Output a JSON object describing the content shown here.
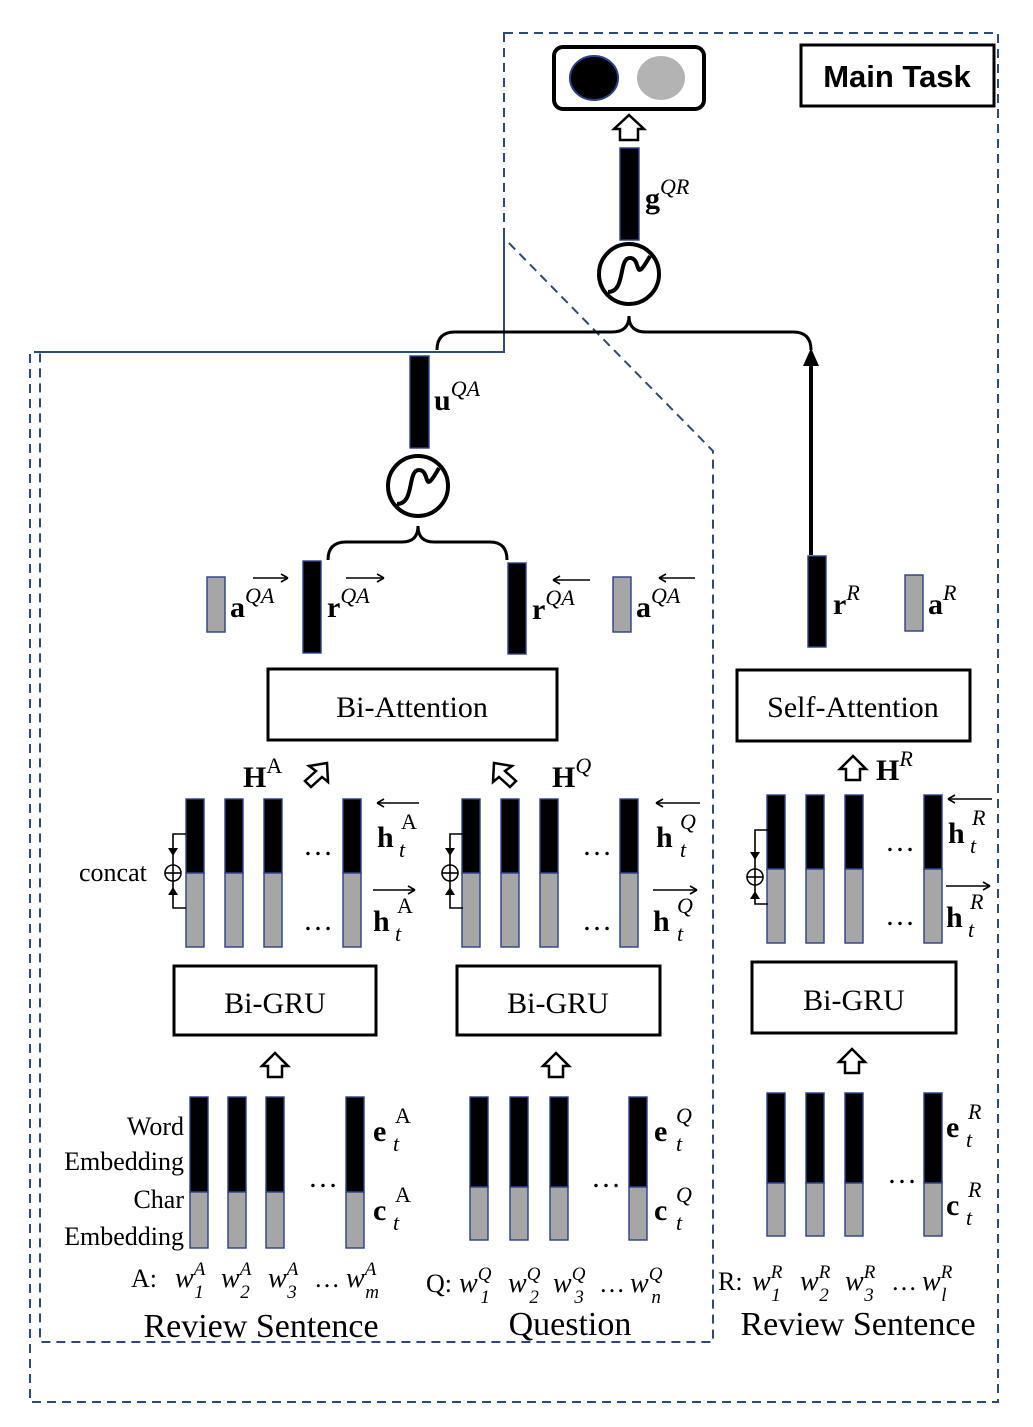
{
  "main_task": {
    "label": "Main Task",
    "output": "g",
    "output_sup": "QR"
  },
  "fusion": {
    "label": "u",
    "label_sup": "QA"
  },
  "left": {
    "attention_box": "Bi-Attention",
    "r_fwd": "r",
    "r_fwd_sup": "QA",
    "r_bwd": "r",
    "r_bwd_sup": "QA",
    "a_fwd": "a",
    "a_fwd_sup": "QA",
    "a_bwd": "a",
    "a_bwd_sup": "QA",
    "answer": {
      "hidden": "H",
      "hidden_sup": "A",
      "h_back": "h",
      "h_fwd": "h",
      "h_sub": "t",
      "h_sup": "A",
      "concat": "concat",
      "gru": "Bi-GRU",
      "e": "e",
      "c": "c",
      "ec_sub": "t",
      "ec_sup": "A",
      "word_emb_1": "Word",
      "word_emb_2": "Embedding",
      "char_emb_1": "Char",
      "char_emb_2": "Embedding",
      "dots": "…",
      "seq_prefix": "A:",
      "words": [
        {
          "w": "w",
          "sub": "1",
          "sup": "A"
        },
        {
          "w": "w",
          "sub": "2",
          "sup": "A"
        },
        {
          "w": "w",
          "sub": "3",
          "sup": "A"
        },
        {
          "w": "w",
          "sub": "m",
          "sup": "A"
        }
      ],
      "caption": "Review Sentence"
    },
    "question": {
      "hidden": "H",
      "hidden_sup": "Q",
      "h_back": "h",
      "h_fwd": "h",
      "h_sub": "t",
      "h_sup": "Q",
      "gru": "Bi-GRU",
      "e": "e",
      "c": "c",
      "ec_sub": "t",
      "ec_sup": "Q",
      "dots": "…",
      "seq_prefix": "Q:",
      "words": [
        {
          "w": "w",
          "sub": "1",
          "sup": "Q"
        },
        {
          "w": "w",
          "sub": "2",
          "sup": "Q"
        },
        {
          "w": "w",
          "sub": "3",
          "sup": "Q"
        },
        {
          "w": "w",
          "sub": "n",
          "sup": "Q"
        }
      ],
      "caption": "Question"
    }
  },
  "right": {
    "attention_box": "Self-Attention",
    "r": "r",
    "r_sup": "R",
    "a": "a",
    "a_sup": "R",
    "hidden": "H",
    "hidden_sup": "R",
    "h_back": "h",
    "h_fwd": "h",
    "h_sub": "t",
    "h_sup": "R",
    "gru": "Bi-GRU",
    "e": "e",
    "c": "c",
    "ec_sub": "t",
    "ec_sup": "R",
    "dots": "…",
    "seq_prefix": "R:",
    "words": [
      {
        "w": "w",
        "sub": "1",
        "sup": "R"
      },
      {
        "w": "w",
        "sub": "2",
        "sup": "R"
      },
      {
        "w": "w",
        "sub": "3",
        "sup": "R"
      },
      {
        "w": "w",
        "sub": "l",
        "sup": "R"
      }
    ],
    "caption": "Review Sentence"
  },
  "colors": {
    "dashed": "#2c4a7a",
    "cell_gray": "#a6a6a6",
    "cell_black": "#000000"
  }
}
